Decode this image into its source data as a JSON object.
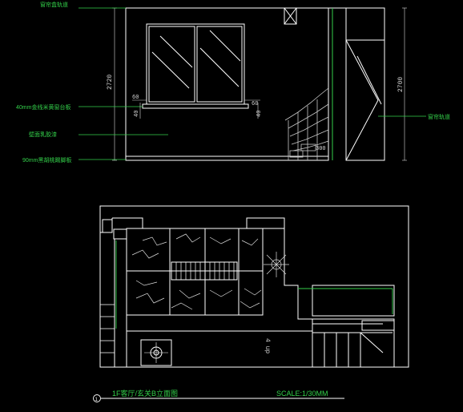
{
  "drawing": {
    "top_note": "窗帘盒轨道",
    "annotations_left": [
      "40mm金线米黄窗台板",
      "壁面乳胶漆",
      "90mm黑胡桃踢脚板"
    ],
    "annotation_right": "窗帘轨道",
    "dimensions": {
      "left_height": "2720",
      "right_height": "2700",
      "sill_width_left": "60",
      "sill_width_right": "60",
      "sill_depth_left": "40",
      "sill_depth_right": "40",
      "step_height": "300"
    },
    "plan_label": "4 up",
    "title": "1F客厅/玄关B立面图",
    "scale": "SCALE:1/30MM",
    "index_number": "1"
  },
  "colors": {
    "background": "#000000",
    "outline": "#ffffff",
    "annotation": "#33d04a",
    "hatch": "#c8c8c8"
  }
}
